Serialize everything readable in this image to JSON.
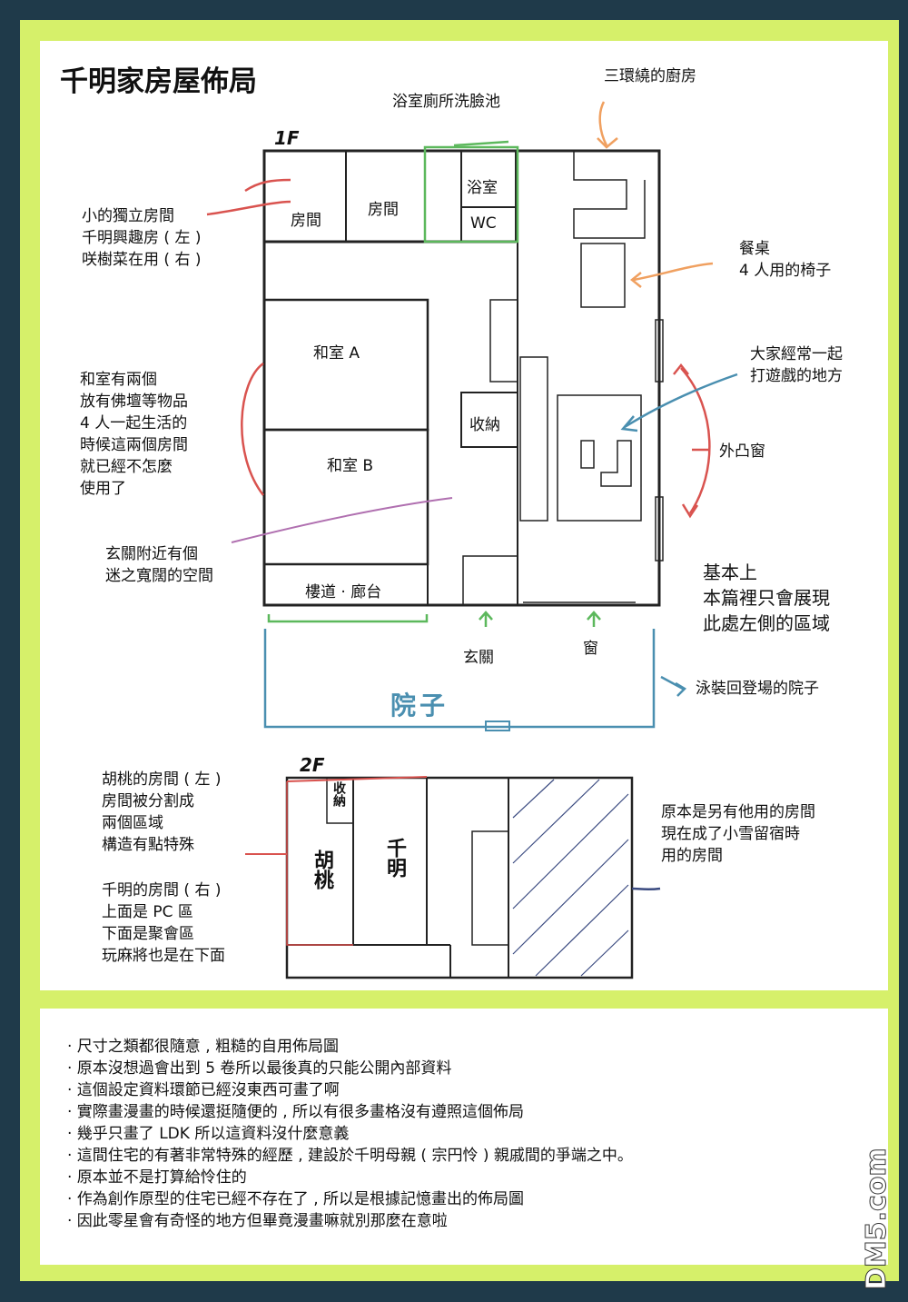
{
  "title": "千明家房屋佈局",
  "floors": {
    "f1": "1F",
    "f2": "2F"
  },
  "rooms_1f": {
    "room_left": "房間",
    "room_right": "房間",
    "bath": "浴室",
    "wc": "WC",
    "washitsu_a": "和室 A",
    "washitsu_b": "和室 B",
    "storage": "收納",
    "corridor": "樓道 · 廊台"
  },
  "rooms_2f": {
    "storage": "收納",
    "kurumi": "胡桃",
    "chiaki": "千明"
  },
  "labels": {
    "bathroom_group": "浴室廁所洗臉池",
    "kitchen": "三環繞的廚房",
    "small_rooms": [
      "小的獨立房間",
      "千明興趣房 ( 左 )",
      "咲樹菜在用 ( 右 )"
    ],
    "dining": [
      "餐桌",
      "4 人用的椅子"
    ],
    "game_area": [
      "大家經常一起",
      "打遊戲的地方"
    ],
    "bay_window": "外凸窗",
    "washitsu_note": [
      "和室有兩個",
      "放有佛壇等物品",
      "4 人一起生活的",
      "時候這兩個房間",
      "就已經不怎麼",
      "使用了"
    ],
    "entrance_space": [
      "玄關附近有個",
      "迷之寬闊的空間"
    ],
    "scope_note": [
      "基本上",
      "本篇裡只會展現",
      "此處左側的區域"
    ],
    "entrance": "玄關",
    "window": "窗",
    "yard": "院子",
    "swimsuit_yard": "泳裝回登場的院子",
    "kurumi_room": [
      "胡桃的房間 ( 左 )",
      "房間被分割成",
      "兩個區域",
      "構造有點特殊"
    ],
    "chiaki_room": [
      "千明的房間 ( 右 )",
      "上面是 PC 區",
      "下面是聚會區",
      "玩麻將也是在下面"
    ],
    "other_room": [
      "原本是另有他用的房間",
      "現在成了小雪留宿時",
      "用的房間"
    ]
  },
  "notes": [
    "· 尺寸之類都很隨意 , 粗糙的自用佈局圖",
    "· 原本沒想過會出到 5 卷所以最後真的只能公開內部資料",
    "· 這個設定資料環節已經沒東西可畫了啊",
    "· 實際畫漫畫的時候還挺隨便的 , 所以有很多畫格沒有遵照這個佈局",
    "· 幾乎只畫了 LDK 所以這資料沒什麼意義",
    "· 這間住宅的有著非常特殊的經歷 , 建設於千明母親 ( 宗円怜 ) 親戚間的爭端之中。",
    "· 原本並不是打算給怜住的",
    "· 作為創作原型的住宅已經不存在了 , 所以是根據記憶畫出的佈局圖",
    "· 因此零星會有奇怪的地方但畢竟漫畫嘛就別那麼在意啦"
  ],
  "watermark": "DM5.com",
  "colors": {
    "frame": "#d6f06a",
    "border": "#1f3a4a",
    "red": "#d9534f",
    "green": "#5cb85c",
    "orange": "#f0a060",
    "blue": "#4a8fb0",
    "purple": "#b070b0",
    "navy": "#3a4a80"
  }
}
